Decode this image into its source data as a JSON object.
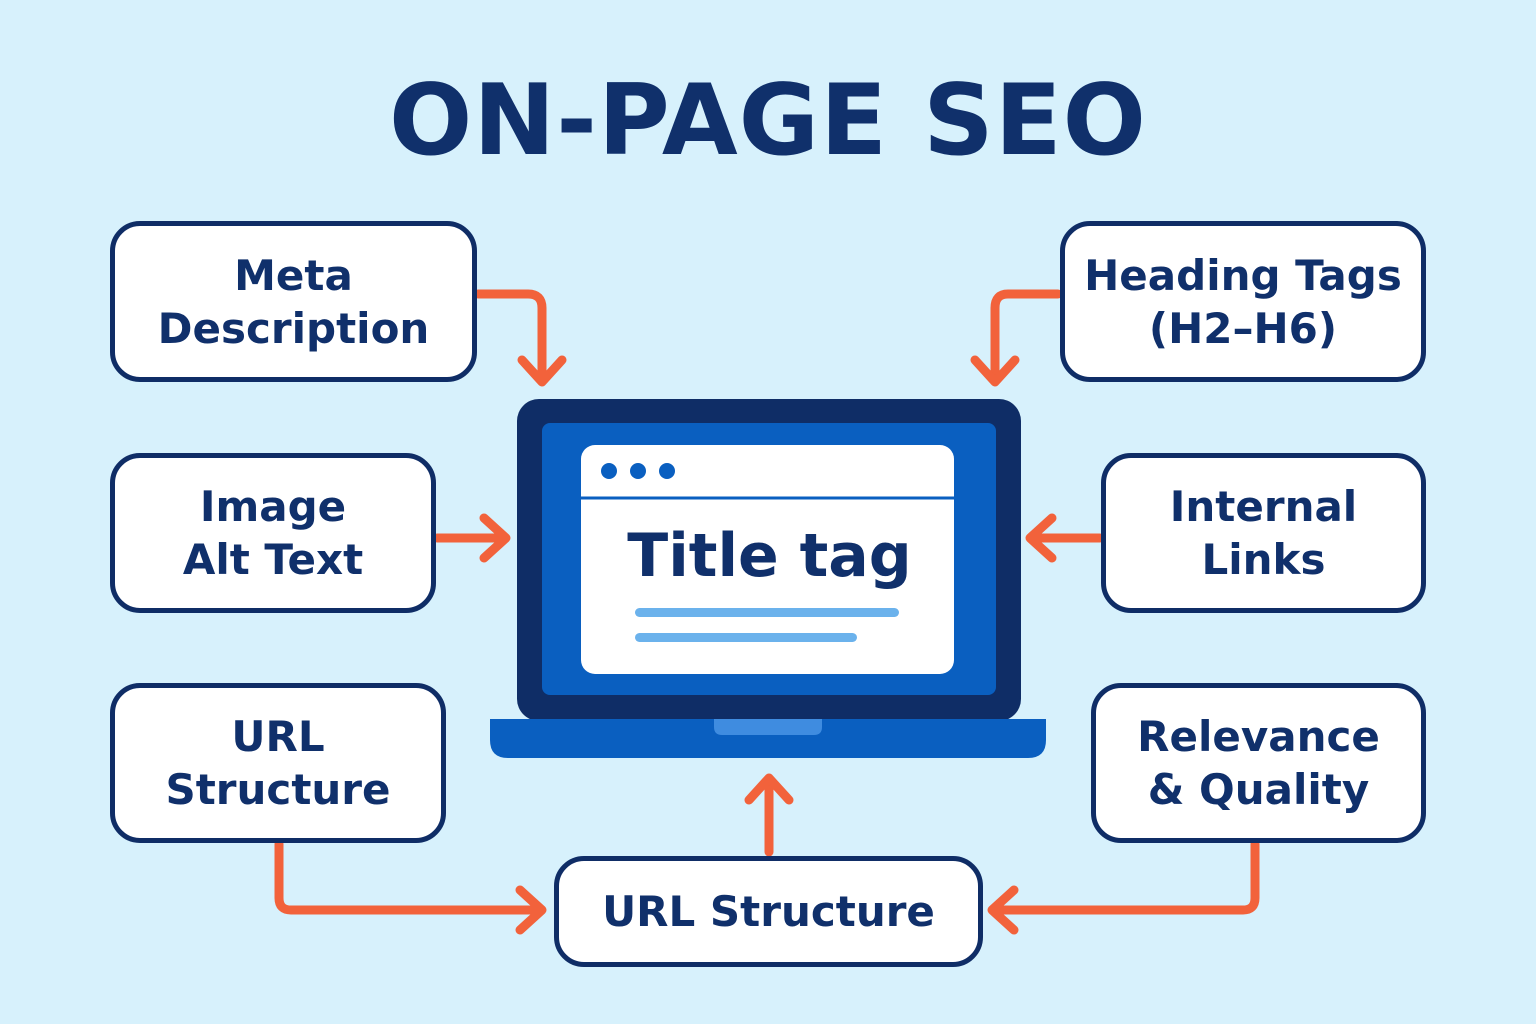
{
  "title": "ON-PAGE SEO",
  "center": {
    "label": "Title tag"
  },
  "nodes": {
    "meta_description": "Meta\nDescription",
    "heading_tags": "Heading Tags\n(H2–H6)",
    "image_alt_text": "Image\nAlt Text",
    "internal_links": "Internal\nLinks",
    "url_structure_left": "URL\nStructure",
    "relevance_quality": "Relevance\n& Quality",
    "url_structure_bottom": "URL Structure"
  },
  "colors": {
    "background": "#d7f1fc",
    "navy": "#0f2d66",
    "arrow": "#f2623b",
    "screen_blue": "#0a5fc0",
    "bar_blue": "#6bb2ec"
  }
}
